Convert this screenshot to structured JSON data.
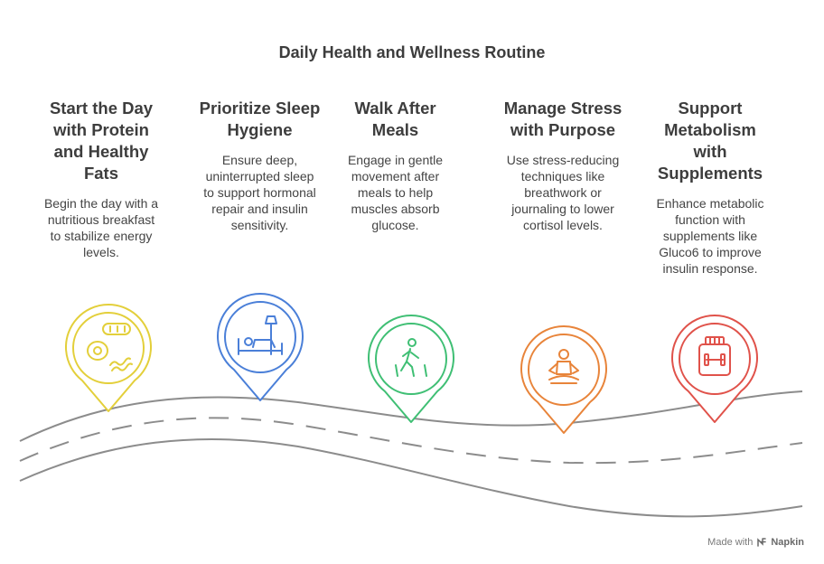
{
  "title": "Daily Health and Wellness Routine",
  "steps": [
    {
      "title": "Start the Day\nwith Protein\nand Healthy\nFats",
      "description": "Begin the day with a\nnutritious breakfast\nto stabilize energy\nlevels.",
      "icon": "breakfast-icon",
      "color": "#e3cf3a"
    },
    {
      "title": "Prioritize Sleep\nHygiene",
      "description": "Ensure deep,\nuninterrupted sleep\nto support hormonal\nrepair and insulin\nsensitivity.",
      "icon": "sleep-bed-icon",
      "color": "#4a7fd8"
    },
    {
      "title": "Walk After\nMeals",
      "description": "Engage in gentle\nmovement after\nmeals to help\nmuscles absorb\nglucose.",
      "icon": "walking-person-icon",
      "color": "#3fbf74"
    },
    {
      "title": "Manage Stress\nwith Purpose",
      "description": "Use stress-reducing\ntechniques like\nbreathwork or\njournaling to lower\ncortisol levels.",
      "icon": "meditation-icon",
      "color": "#e8843a"
    },
    {
      "title": "Support\nMetabolism\nwith\nSupplements",
      "description": "Enhance metabolic\nfunction with\nsupplements like\nGluco6 to improve\ninsulin response.",
      "icon": "supplement-jar-icon",
      "color": "#e0524a"
    }
  ],
  "footer": {
    "made_with": "Made with",
    "brand": "Napkin"
  }
}
